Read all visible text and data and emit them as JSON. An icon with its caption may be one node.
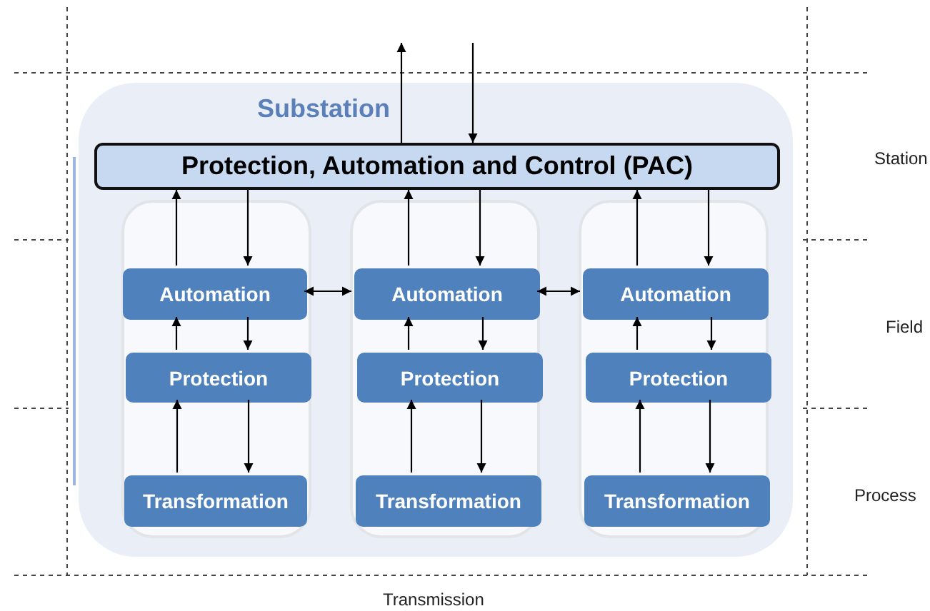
{
  "diagram": {
    "nodes": [
      {
        "text": [
          "Substation"
        ]
      },
      {
        "text": [
          "Protection, Automation and Control (PAC)"
        ],
        "in": 0
      },
      {
        "text": [],
        "shape": "box",
        "in": 0
      },
      {
        "text": [
          "Automation"
        ],
        "in": 2
      },
      {
        "text": [
          "Protection"
        ],
        "in": 2
      },
      {
        "text": [
          "Transformation"
        ],
        "in": 2
      },
      {
        "text": [],
        "shape": "box",
        "in": 0
      },
      {
        "text": [
          "Automation"
        ],
        "in": 6
      },
      {
        "text": [
          "Protection"
        ],
        "in": 6
      },
      {
        "text": [
          "Transformation"
        ],
        "in": 6
      },
      {
        "text": [],
        "shape": "box",
        "in": 0
      },
      {
        "text": [
          "Automation"
        ],
        "in": 10
      },
      {
        "text": [
          "Protection"
        ],
        "in": 10
      },
      {
        "text": [
          "Transformation"
        ],
        "in": 10
      }
    ],
    "edges": [
      {
        "from": 1,
        "to": null,
        "arrow": "to"
      },
      {
        "from": null,
        "to": 1,
        "arrow": "to"
      },
      {
        "from": 3,
        "to": 1,
        "arrow": "to"
      },
      {
        "from": 1,
        "to": 3,
        "arrow": "to"
      },
      {
        "from": 7,
        "to": 1,
        "arrow": "to"
      },
      {
        "from": 1,
        "to": 7,
        "arrow": "to"
      },
      {
        "from": 11,
        "to": 1,
        "arrow": "to"
      },
      {
        "from": 1,
        "to": 11,
        "arrow": "to"
      },
      {
        "from": 3,
        "to": 7,
        "arrow": "both"
      },
      {
        "from": 7,
        "to": 11,
        "arrow": "both"
      },
      {
        "from": 4,
        "to": 3,
        "arrow": "to"
      },
      {
        "from": 3,
        "to": 4,
        "arrow": "to"
      },
      {
        "from": 8,
        "to": 7,
        "arrow": "to"
      },
      {
        "from": 7,
        "to": 8,
        "arrow": "to"
      },
      {
        "from": 12,
        "to": 11,
        "arrow": "to"
      },
      {
        "from": 11,
        "to": 12,
        "arrow": "to"
      },
      {
        "from": 5,
        "to": 4,
        "arrow": "to"
      },
      {
        "from": 4,
        "to": 5,
        "arrow": "to"
      },
      {
        "from": 9,
        "to": 8,
        "arrow": "to"
      },
      {
        "from": 8,
        "to": 9,
        "arrow": "to"
      },
      {
        "from": 13,
        "to": 12,
        "arrow": "to"
      },
      {
        "from": 12,
        "to": 13,
        "arrow": "to"
      }
    ],
    "labels": [
      "Station",
      "Field",
      "Process",
      "Transmission"
    ]
  }
}
